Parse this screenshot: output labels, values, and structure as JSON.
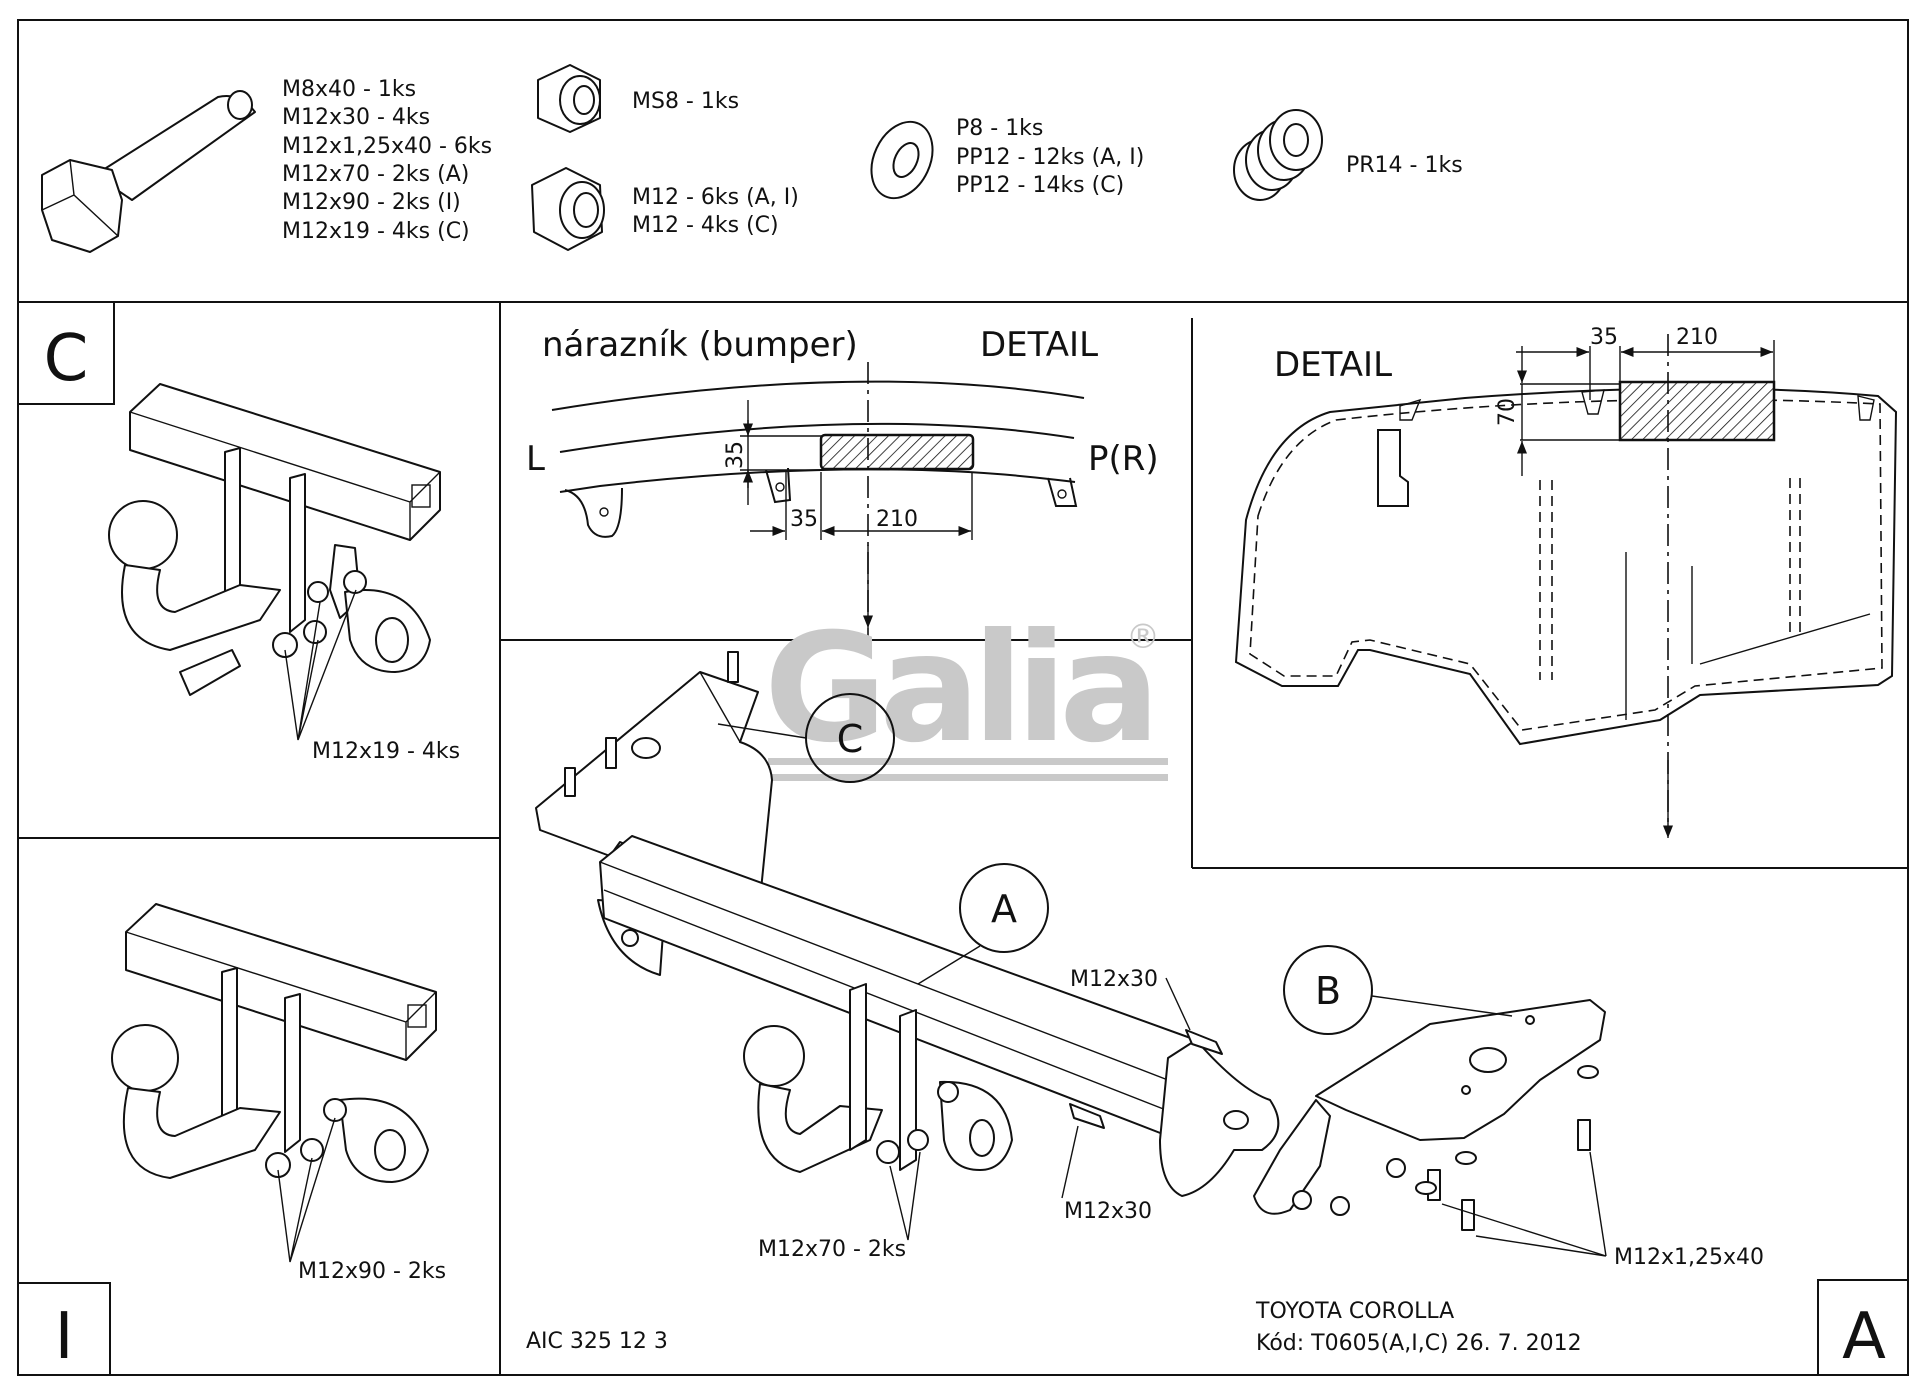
{
  "parts_list": {
    "bolts": [
      "M8x40 - 1ks",
      "M12x30 - 4ks",
      "M12x1,25x40 - 6ks",
      "M12x70 - 2ks (A)",
      "M12x90 - 2ks (I)",
      "M12x19 - 4ks (C)"
    ],
    "nuts_ms": [
      "MS8 - 1ks"
    ],
    "nuts_m": [
      "M12 - 6ks (A, I)",
      "M12 - 4ks (C)"
    ],
    "washers": [
      "P8 - 1ks",
      "PP12 - 12ks (A, I)",
      "PP12 - 14ks (C)"
    ],
    "springs": [
      "PR14 - 1ks"
    ]
  },
  "panel_c": {
    "corner_label": "C",
    "bolt_label": "M12x19 - 4ks"
  },
  "panel_i": {
    "corner_label": "I",
    "bolt_label": "M12x90 - 2ks"
  },
  "bumper_detail": {
    "title_left": "nárazník (bumper)",
    "title_right": "DETAIL",
    "left_marker": "L",
    "right_marker": "P(R)",
    "dim_height": "35",
    "dim_offset": "35",
    "dim_width": "210"
  },
  "body_detail": {
    "title": "DETAIL",
    "dim_offset": "35",
    "dim_width": "210",
    "dim_height": "70"
  },
  "main_assembly": {
    "callout_a": "A",
    "callout_b": "B",
    "callout_c": "C",
    "bolt_top": "M12x30",
    "bolt_mid": "M12x30",
    "bolt_long": "M12x70 - 2ks",
    "bolt_right": "M12x1,25x40",
    "corner_label": "A"
  },
  "watermark": {
    "text": "Galia",
    "registered": "®"
  },
  "footer": {
    "code": "AIC 325 12 3",
    "vehicle": "TOYOTA COROLLA",
    "kod": "Kód: T0605(A,I,C)  26. 7. 2012"
  }
}
